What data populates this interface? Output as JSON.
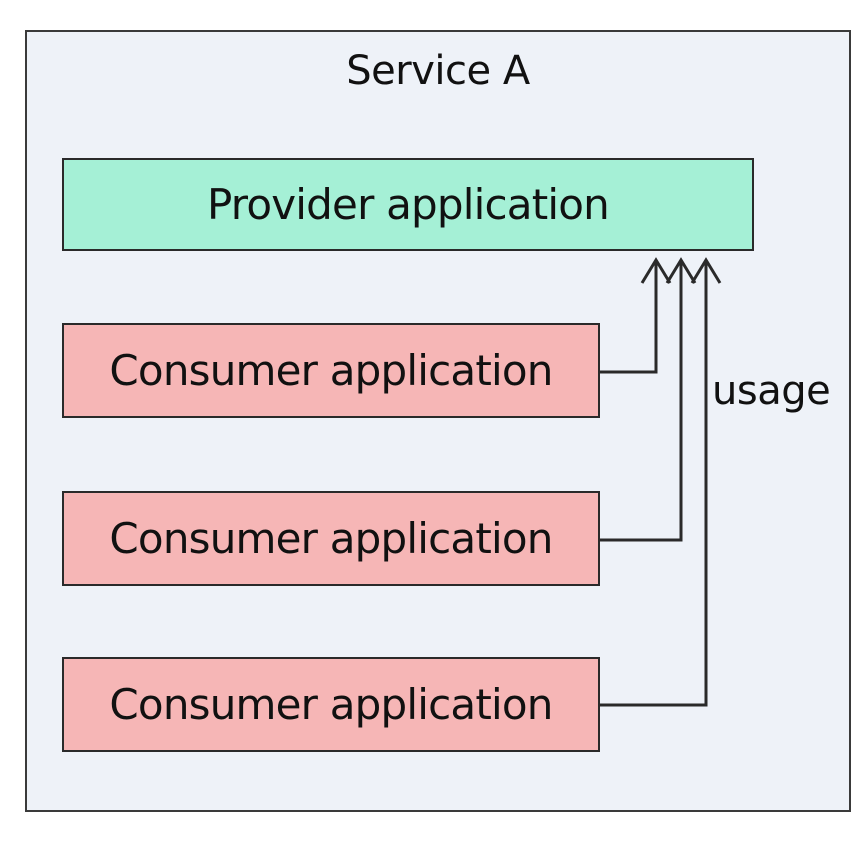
{
  "diagram": {
    "container": {
      "title": "Service A"
    },
    "provider": {
      "label": "Provider application"
    },
    "consumers": [
      {
        "label": "Consumer application"
      },
      {
        "label": "Consumer application"
      },
      {
        "label": "Consumer application"
      }
    ],
    "edge_label": "usage",
    "colors": {
      "container_fill": "#eef2f8",
      "provider_fill": "#a5f0d6",
      "consumer_fill": "#f6b6b6",
      "line": "#2a2a2a"
    }
  }
}
